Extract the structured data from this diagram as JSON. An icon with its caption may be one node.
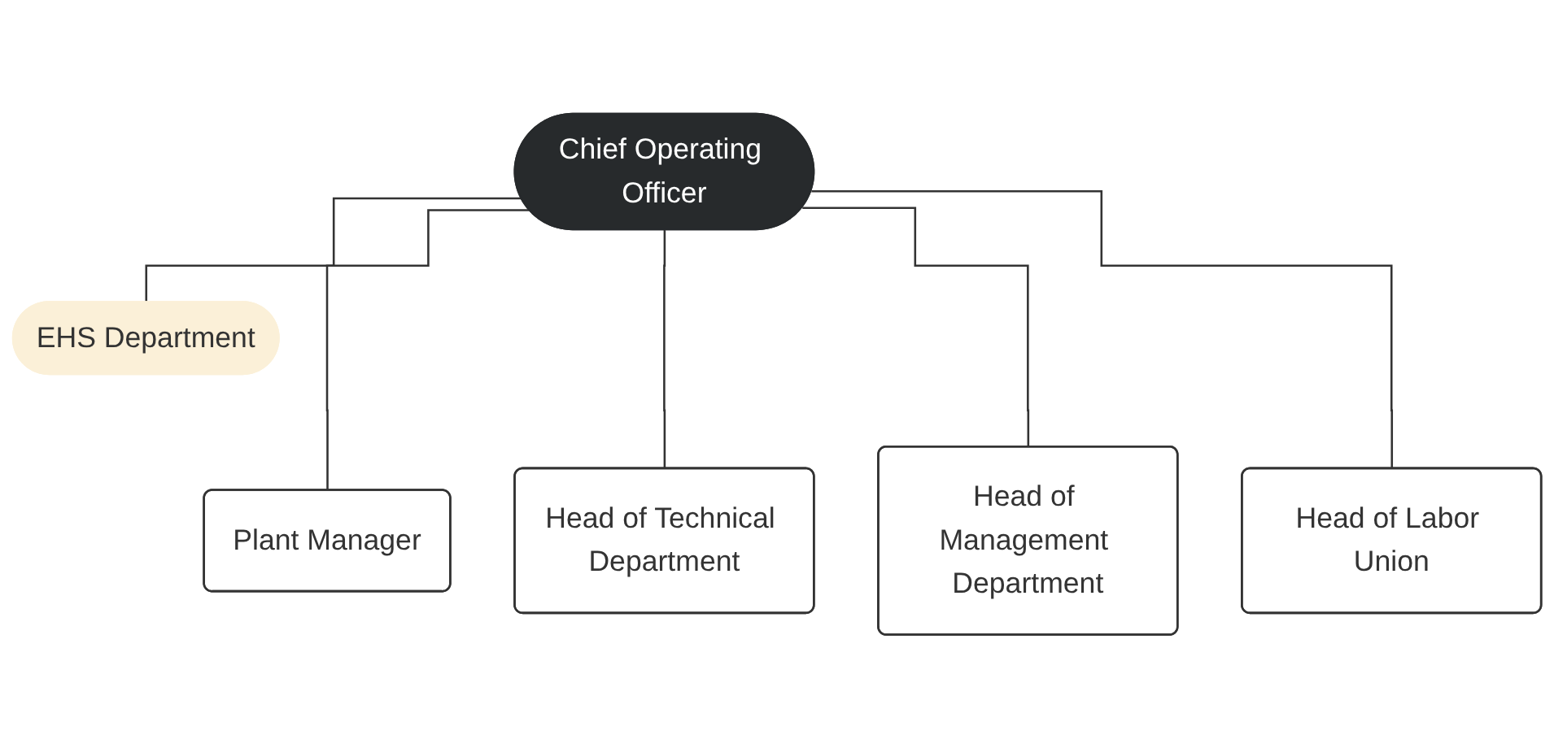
{
  "diagram": {
    "nodes": [
      {
        "text": [
          "Chief Operating Officer"
        ]
      },
      {
        "text": [
          "EHS Department"
        ]
      },
      {
        "text": [
          "Plant Manager"
        ]
      },
      {
        "text": [
          "Head of Technical Department"
        ]
      },
      {
        "text": [
          "Head of Management Department"
        ]
      },
      {
        "text": [
          "Head of Labor Union"
        ]
      }
    ],
    "edges": [
      {
        "from": 0,
        "to": 1,
        "arrow": "none"
      },
      {
        "from": 0,
        "to": 2,
        "arrow": "none"
      },
      {
        "from": 0,
        "to": 3,
        "arrow": "none"
      },
      {
        "from": 0,
        "to": 4,
        "arrow": "none"
      },
      {
        "from": 0,
        "to": 5,
        "arrow": "none"
      }
    ]
  }
}
